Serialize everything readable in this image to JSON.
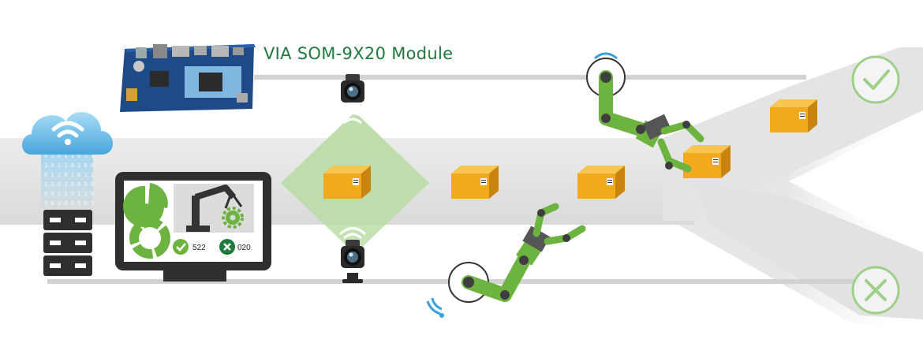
{
  "module": {
    "label": "VIA SOM-9X20 Module"
  },
  "monitor": {
    "pass_count": "522",
    "fail_count": "020"
  },
  "icons": {
    "cloud": "cloud-wifi-icon",
    "server": "server-rack-icon",
    "board": "som-board",
    "camera": "camera-icon",
    "box": "package-box-icon",
    "robot_arm": "robot-arm-icon",
    "pass": "check-circle-icon",
    "fail": "x-circle-icon"
  },
  "colors": {
    "accent_green": "#1f7a3d",
    "robot_green": "#6db33f",
    "box_orange": "#f0a81c",
    "cloud_blue": "#3aa0dc",
    "conveyor_gray": "#e6e6e6"
  }
}
